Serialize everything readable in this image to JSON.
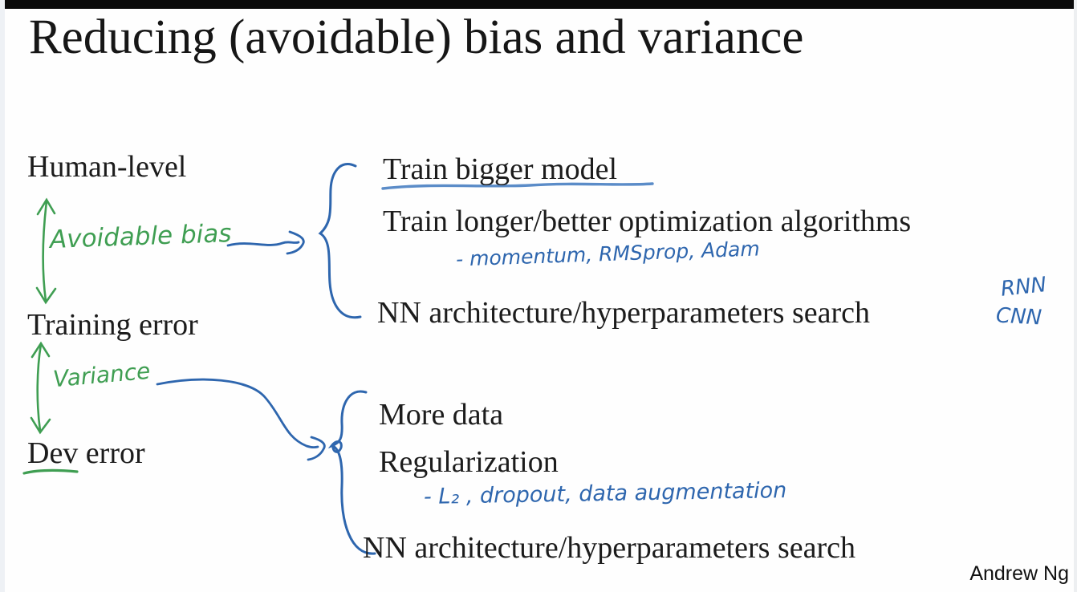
{
  "title": "Reducing (avoidable) bias and variance",
  "footer": {
    "author": "Andrew Ng"
  },
  "levels": {
    "human_level": "Human-level",
    "training_error": "Training error",
    "dev_error": "Dev error"
  },
  "annotations": {
    "avoidable_bias": "Avoidable bias",
    "variance": "Variance",
    "momentum": "- momentum, RMSprop, Adam",
    "rnn": "RNN",
    "cnn": "CNN",
    "regularizers": "- L₂ , dropout, data augmentation"
  },
  "bias_remedies": [
    "Train bigger model",
    "Train longer/better optimization algorithms",
    "NN architecture/hyperparameters search"
  ],
  "variance_remedies": [
    "More data",
    "Regularization",
    "NN architecture/hyperparameters search"
  ],
  "colors": {
    "ink_green": "#3f9e52",
    "ink_blue": "#2e66ae",
    "underline_blue": "#5b8cc8",
    "text": "#1c1c1c"
  }
}
